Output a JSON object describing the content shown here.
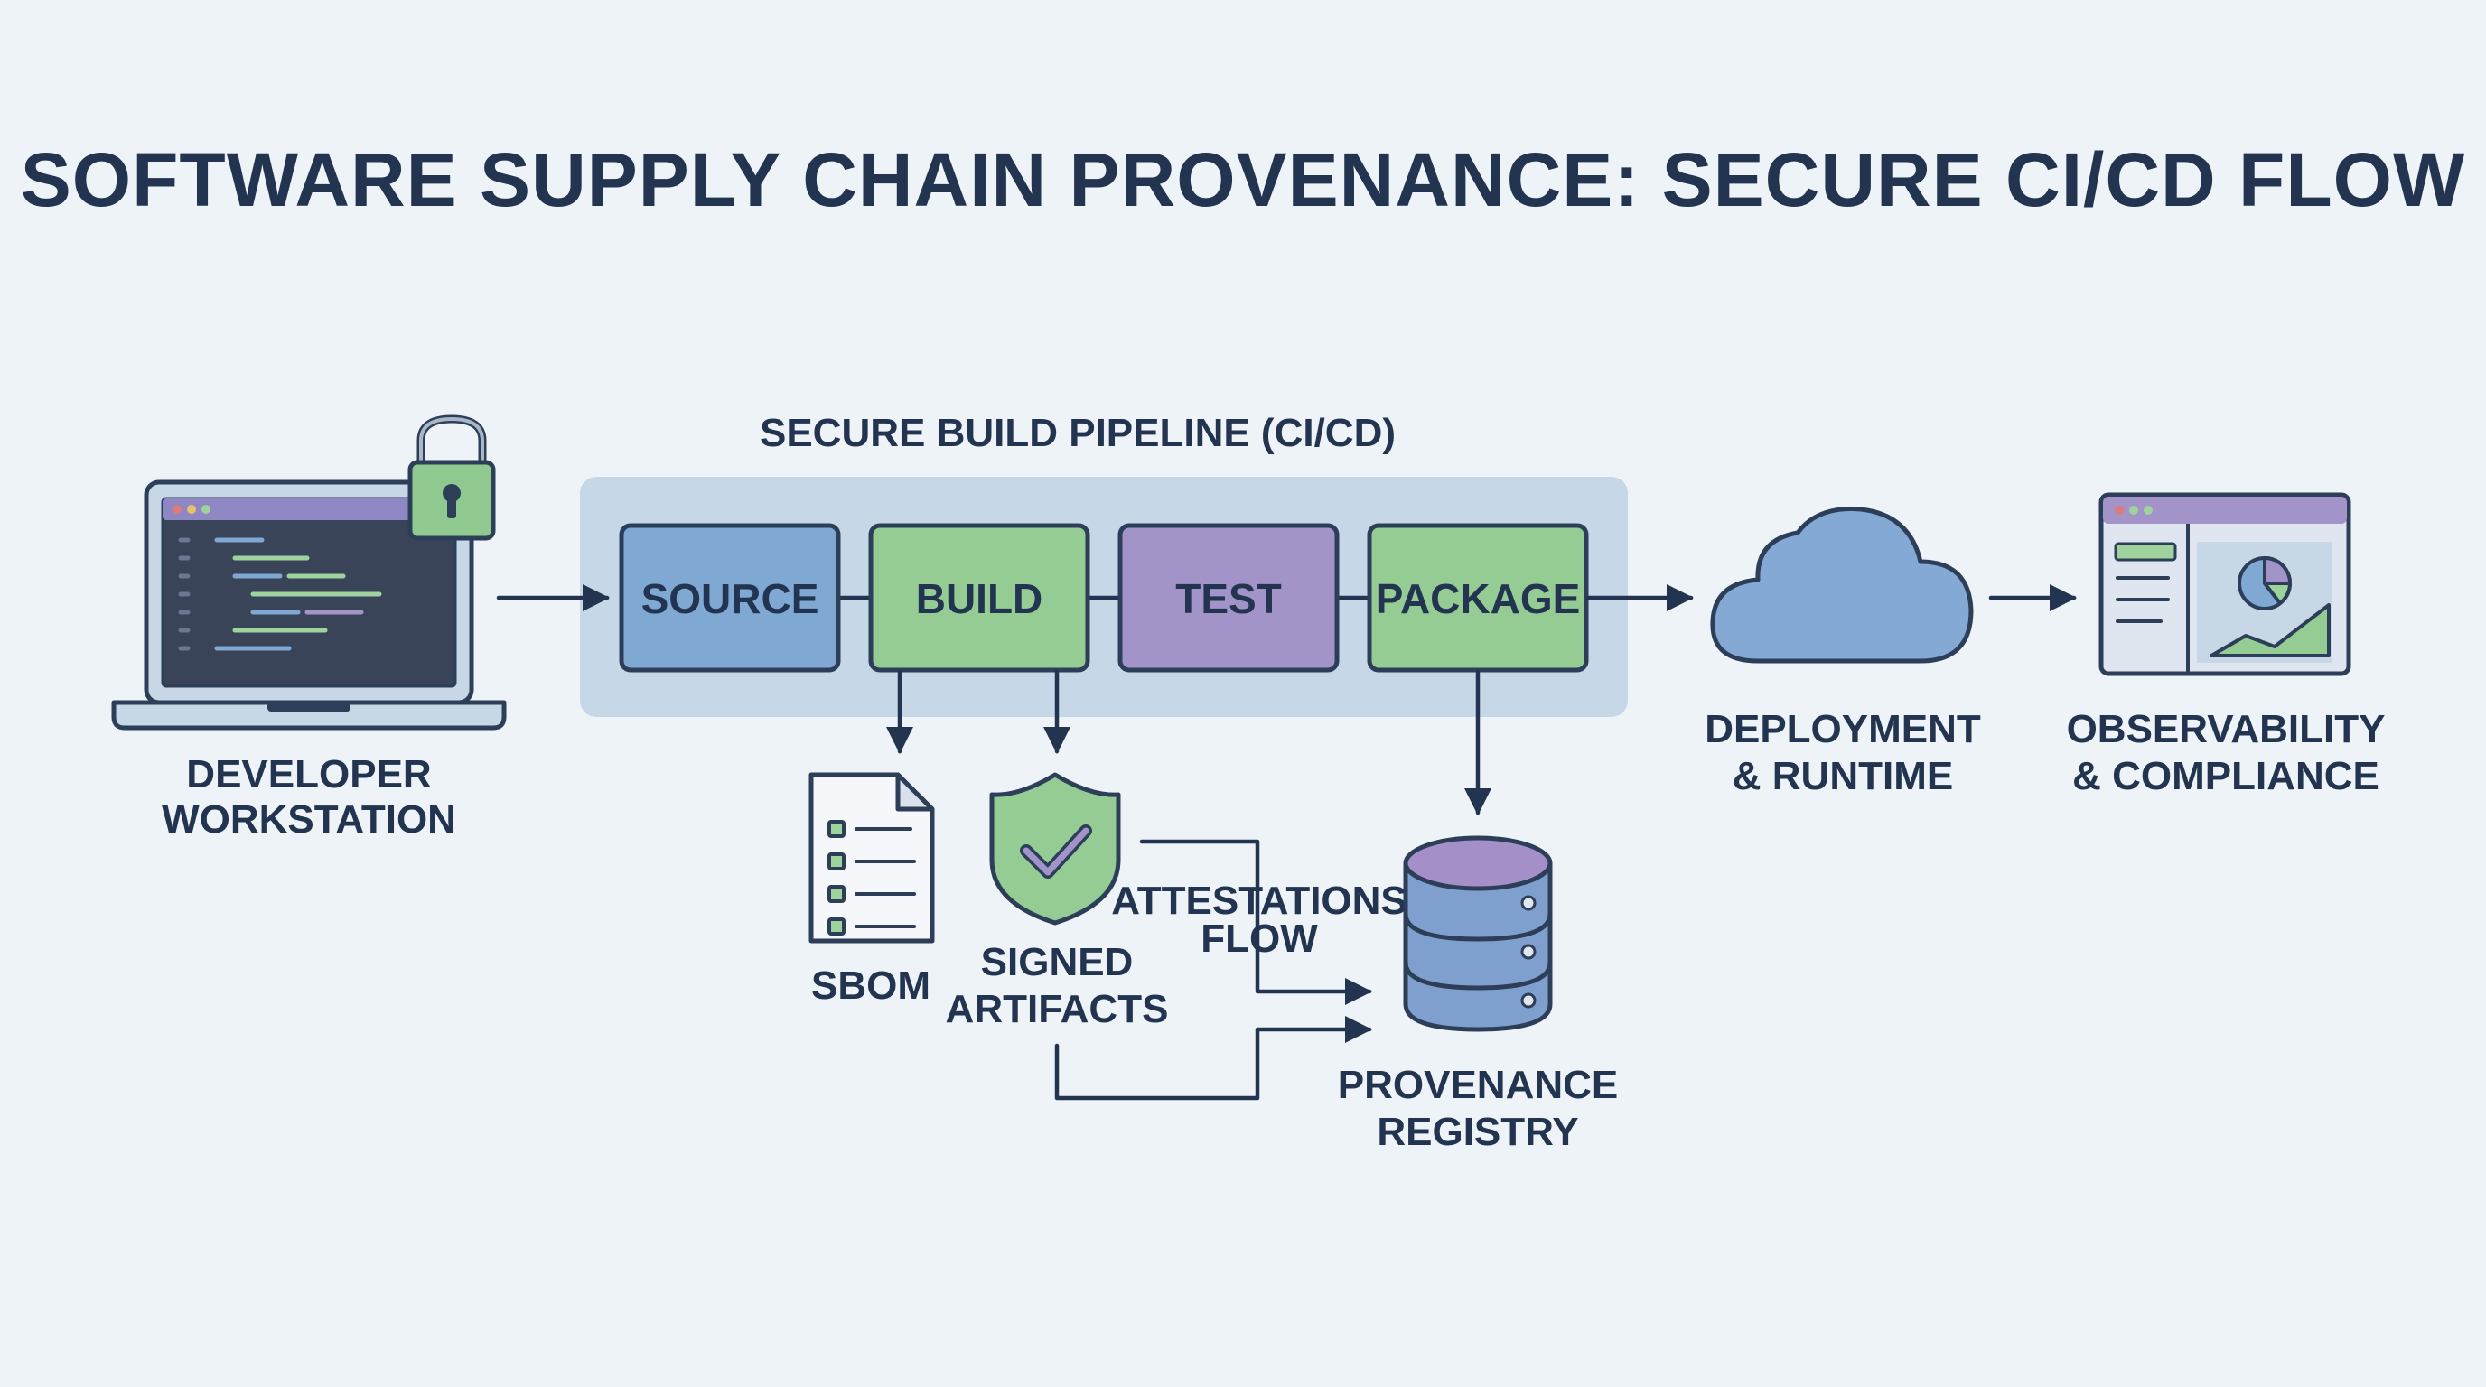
{
  "title": "SOFTWARE SUPPLY CHAIN PROVENANCE: SECURE CI/CD FLOW",
  "pipeline": {
    "label": "SECURE BUILD PIPELINE (CI/CD)",
    "stages": [
      "SOURCE",
      "BUILD",
      "TEST",
      "PACKAGE"
    ]
  },
  "nodes": {
    "developer": [
      "DEVELOPER",
      "WORKSTATION"
    ],
    "deployment": [
      "DEPLOYMENT",
      "& RUNTIME"
    ],
    "observability": [
      "OBSERVABILITY",
      "& COMPLIANCE"
    ],
    "sbom": [
      "SBOM"
    ],
    "signed": [
      "SIGNED",
      "ARTIFACTS"
    ],
    "attestations": [
      "ATTESTATIONS",
      "FLOW"
    ],
    "registry": [
      "PROVENANCE",
      "REGISTRY"
    ]
  },
  "colors": {
    "background": "#eef3f8",
    "ink": "#22344f",
    "pipeline_band": "#c6d8e8",
    "source": "#7fa8d2",
    "build": "#94cc94",
    "test": "#a293c9",
    "package": "#94cc94",
    "cloud": "#83a9d4",
    "database": "#7f9fce",
    "database_top": "#a48fc8",
    "shield": "#94cc94",
    "lock": "#8fc98f",
    "screen": "#3a4458"
  },
  "icons": {
    "developer": "laptop-icon",
    "lock": "padlock-icon",
    "sbom": "document-checklist-icon",
    "signed": "shield-check-icon",
    "registry": "database-icon",
    "deployment": "cloud-icon",
    "observability": "dashboard-icon"
  }
}
